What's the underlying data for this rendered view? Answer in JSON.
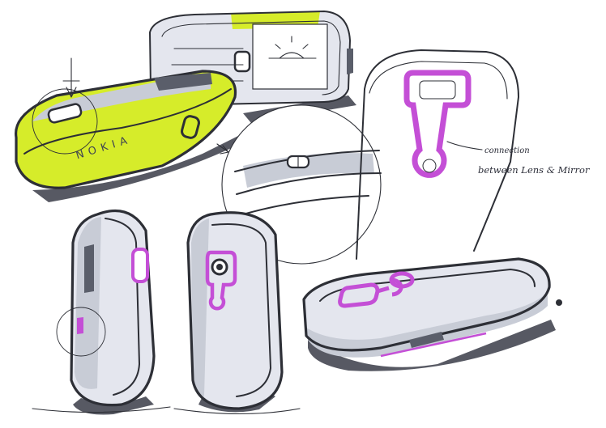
{
  "brand_label": "NOKIA",
  "annotation": {
    "line1": "connection",
    "line2": "between Lens & Mirror"
  },
  "colors": {
    "ink": "#2d2f36",
    "lime": "#d6ec2a",
    "magenta": "#c44fd6",
    "shade": "#c8ccd6",
    "paper": "#ffffff"
  }
}
